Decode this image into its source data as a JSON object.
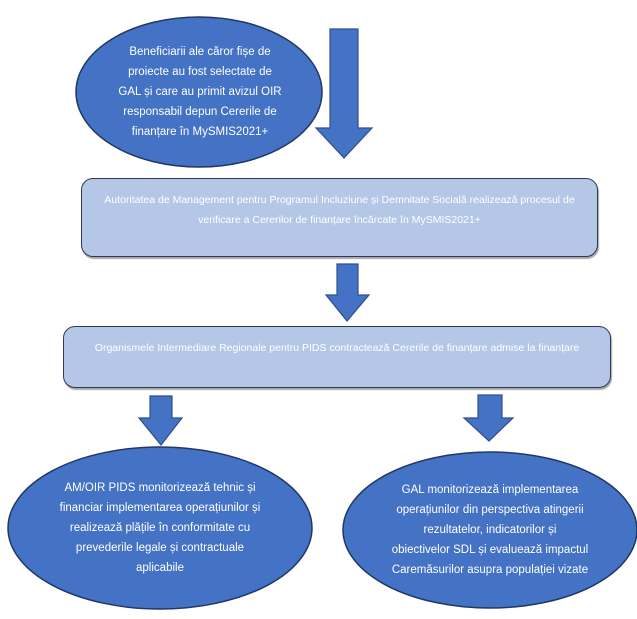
{
  "colors": {
    "ellipse_fill": "#4472c4",
    "ellipse_stroke": "#1f3864",
    "arrow_fill": "#4472c4",
    "arrow_stroke": "#2f4f8f",
    "box_fill": "#b4c7e7",
    "box_stroke": "#2f3b55",
    "text": "#ffffff"
  },
  "nodes": {
    "beneficiaries": {
      "shape": "ellipse",
      "lines": [
        "Beneficiarii ale căror fișe de",
        "proiecte au fost selectate de",
        "GAL și care au primit avizul OIR",
        "responsabil depun Cererile de",
        "finanțare în MySMIS2021+"
      ]
    },
    "management_authority": {
      "shape": "rounded-rectangle",
      "lines": [
        "Autoritatea de Management pentru Programul Incluziune și Demnitate Socială realizează procesul de",
        "verificare a Cererilor de finanțare încărcate în MySMIS2021+"
      ]
    },
    "intermediate_bodies": {
      "shape": "rounded-rectangle",
      "lines": [
        "Organismele Intermediare Regionale pentru PIDS contractează Cererile de finanțare admise la finanțare"
      ]
    },
    "am_oir_monitoring": {
      "shape": "ellipse",
      "lines": [
        "AM/OIR PIDS monitorizează tehnic și",
        "financiar implementarea operațiunilor și",
        "realizează plățile în conformitate cu",
        "prevederile legale și contractuale",
        "aplicabile"
      ]
    },
    "gal_monitoring": {
      "shape": "ellipse",
      "lines": [
        "GAL monitorizează implementarea",
        "operațiunilor din perspectiva atingerii",
        "rezultatelor, indicatorilor și",
        "obiectivelor SDL și evaluează impactul",
        "Caremăsurilor asupra populației vizate"
      ]
    }
  },
  "edges": [
    {
      "from": "beneficiaries",
      "to": "management_authority",
      "type": "block-arrow-down"
    },
    {
      "from": "management_authority",
      "to": "intermediate_bodies",
      "type": "block-arrow-down"
    },
    {
      "from": "intermediate_bodies",
      "to": "am_oir_monitoring",
      "type": "block-arrow-down"
    },
    {
      "from": "intermediate_bodies",
      "to": "gal_monitoring",
      "type": "block-arrow-down"
    }
  ]
}
